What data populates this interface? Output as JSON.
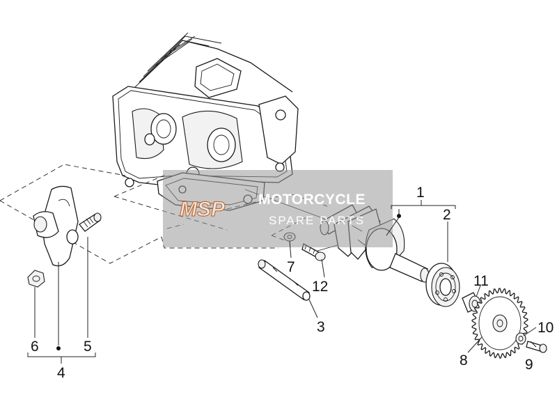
{
  "watermark": {
    "logo": "MSP",
    "title": "MOTORCYCLE",
    "subtitle": "SPARE PARTS"
  },
  "callouts": [
    "1",
    "2",
    "3",
    "4",
    "5",
    "6",
    "7",
    "8",
    "9",
    "10",
    "11",
    "12"
  ],
  "icons": {
    "cylinder_head": "cylinder-head-icon",
    "rocker_arm": "rocker-arm-icon",
    "camshaft": "camshaft-icon",
    "bearing": "bearing-icon",
    "sprocket": "sprocket-icon"
  }
}
